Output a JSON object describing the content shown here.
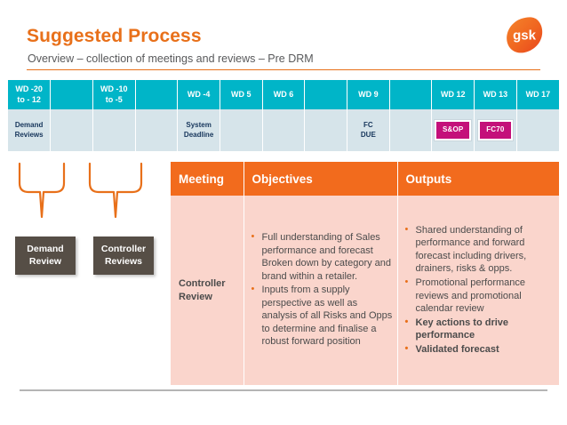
{
  "header": {
    "title": "Suggested Process",
    "subtitle": "Overview – collection of meetings and reviews – Pre DRM",
    "logo": "gsk",
    "title_color": "#E8701A",
    "rule_color": "#E8701A"
  },
  "timeline": {
    "header_color": "#00B5C8",
    "body_color": "#D6E4EA",
    "badge_color": "#C4107A",
    "columns": [
      {
        "label": "WD -20\nto - 12",
        "event": "Demand\nReviews",
        "badge": ""
      },
      {
        "label": "",
        "event": "",
        "badge": ""
      },
      {
        "label": "WD -10\nto -5",
        "event": "",
        "badge": ""
      },
      {
        "label": "",
        "event": "",
        "badge": ""
      },
      {
        "label": "WD -4",
        "event": "System\nDeadline",
        "badge": ""
      },
      {
        "label": "WD 5",
        "event": "",
        "badge": ""
      },
      {
        "label": "WD 6",
        "event": "",
        "badge": ""
      },
      {
        "label": "",
        "event": "",
        "badge": ""
      },
      {
        "label": "WD 9",
        "event": "FC\nDUE",
        "badge": ""
      },
      {
        "label": "",
        "event": "",
        "badge": ""
      },
      {
        "label": "WD 12",
        "event": "",
        "badge": "S&OP"
      },
      {
        "label": "WD 13",
        "event": "",
        "badge": "FC70"
      },
      {
        "label": "WD 17",
        "event": "",
        "badge": ""
      }
    ]
  },
  "flow": {
    "box_color": "#564E46",
    "connector_color": "#E8701A",
    "boxes": [
      {
        "label": "Demand\nReview"
      },
      {
        "label": "Controller\nReviews"
      }
    ]
  },
  "content": {
    "header_color": "#F26B1D",
    "cell_color": "#FAD5CC",
    "headers": {
      "meeting": "Meeting",
      "objectives": "Objectives",
      "outputs": "Outputs"
    },
    "row": {
      "meeting": "Controller\nReview",
      "objectives": [
        {
          "text": "Full understanding of Sales performance and forecast Broken down by category and brand within a retailer.",
          "bold": false
        },
        {
          "text": "Inputs from a supply perspective as well as analysis of all Risks and Opps to determine and finalise a robust forward position",
          "bold": false
        }
      ],
      "outputs": [
        {
          "text": "Shared understanding of performance and forward forecast including drivers, drainers, risks & opps.",
          "bold": false
        },
        {
          "text": "Promotional performance reviews and promotional calendar review",
          "bold": false
        },
        {
          "text": "Key actions to drive performance",
          "bold": true
        },
        {
          "text": "Validated forecast",
          "bold": true
        }
      ]
    }
  }
}
